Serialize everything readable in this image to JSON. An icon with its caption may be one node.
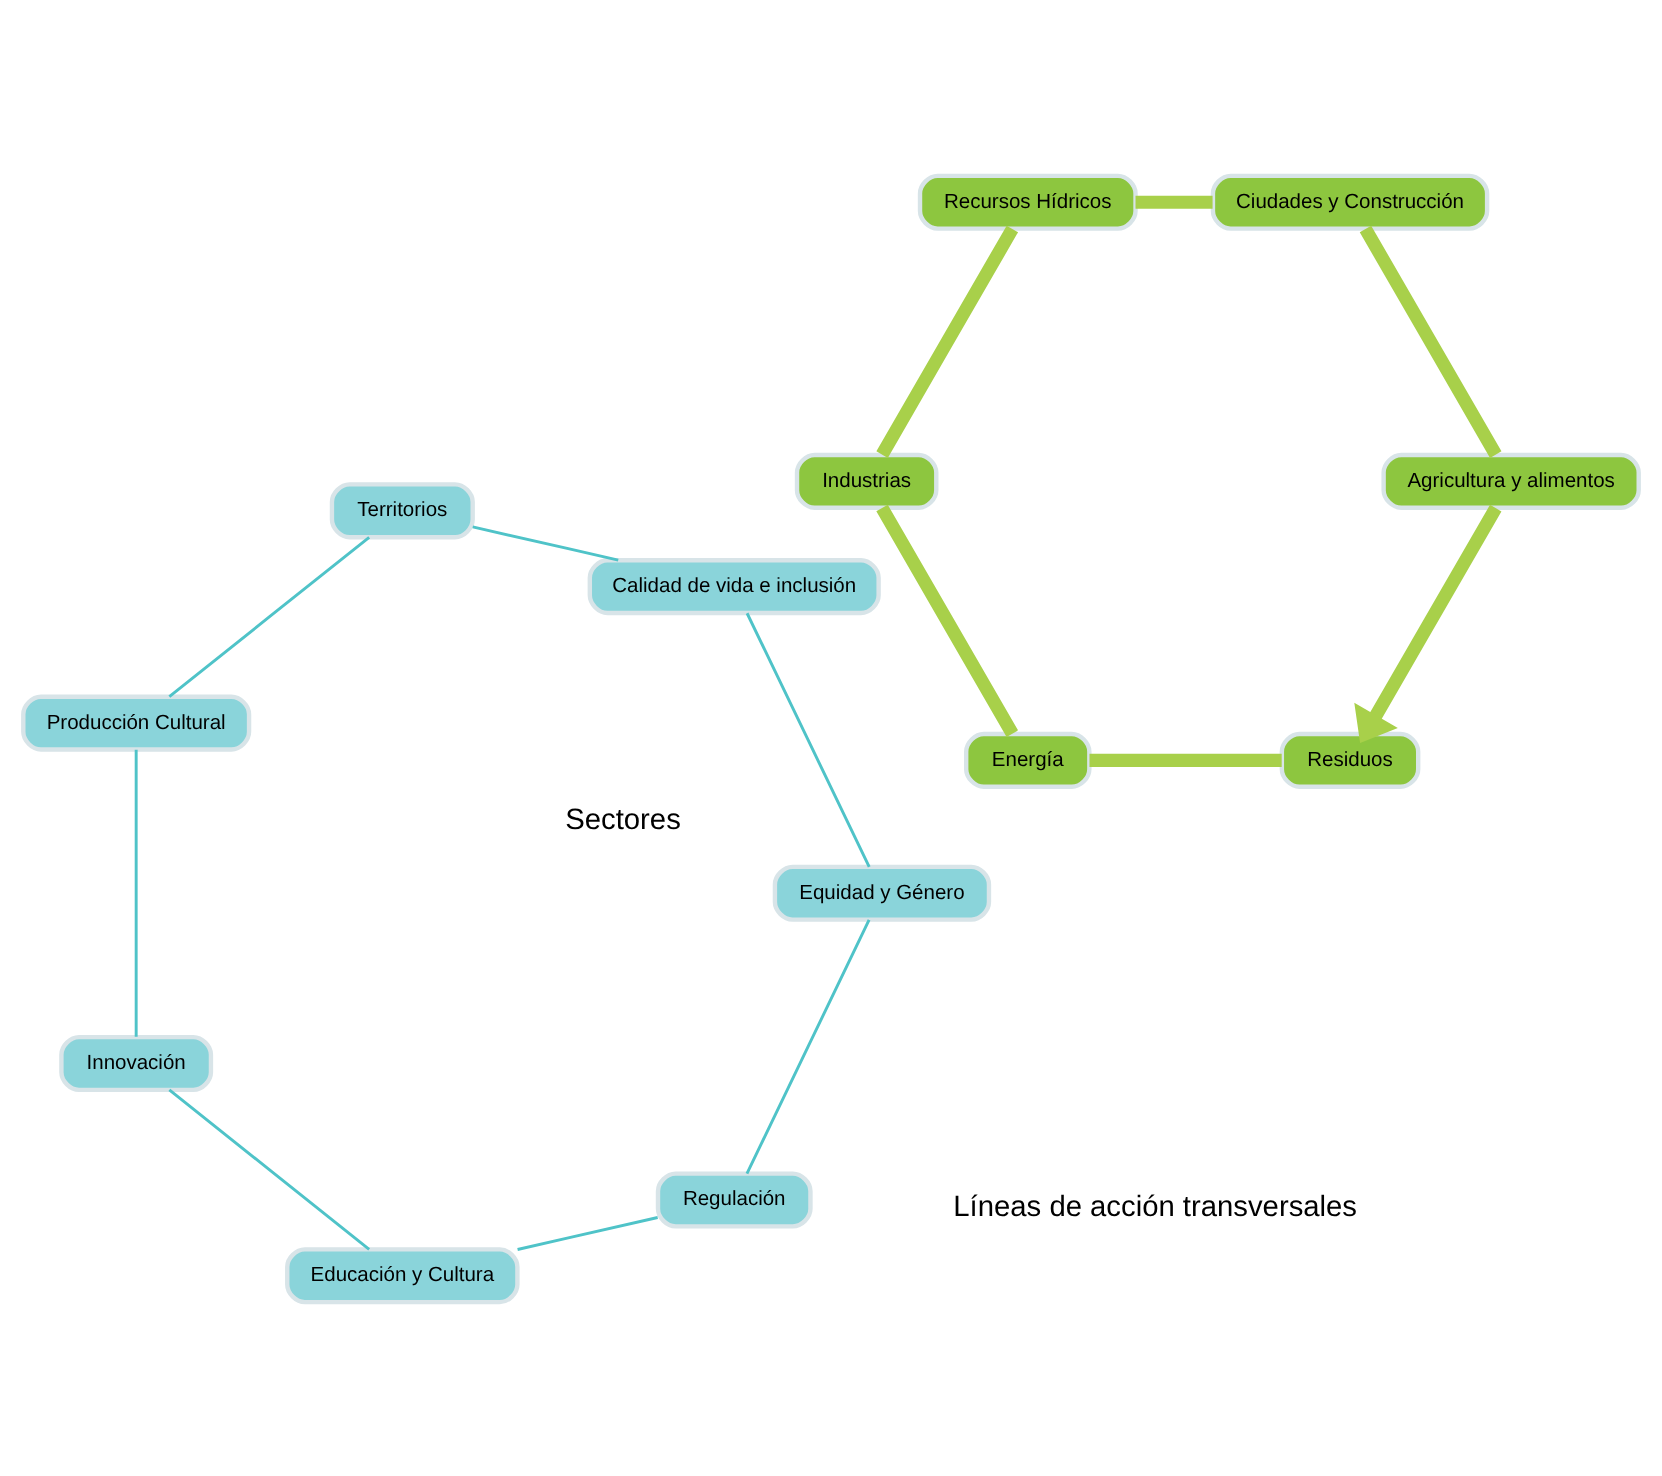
{
  "diagram": {
    "nodes": [
      {
        "text": [
          "Regulación"
        ]
      },
      {
        "text": [
          "Equidad y Género"
        ]
      },
      {
        "text": [
          "Educación y Cultura"
        ]
      },
      {
        "text": [
          "Residuos"
        ]
      },
      {
        "text": [
          "Agricultura y alimentos"
        ]
      },
      {
        "text": [
          "Energía"
        ]
      },
      {
        "text": [
          "Calidad de vida e inclusión"
        ]
      },
      {
        "text": [
          "Ciudades y Construcción"
        ]
      },
      {
        "text": [
          "Industrias"
        ]
      },
      {
        "text": [
          "Innovación"
        ]
      },
      {
        "text": [
          "Recursos Hídricos"
        ]
      },
      {
        "text": [
          "Territorios"
        ]
      },
      {
        "text": [
          "Producción Cultural"
        ]
      }
    ],
    "edges": [
      {
        "from": 0,
        "to": 2,
        "arrow": "none"
      },
      {
        "from": 2,
        "to": 9,
        "arrow": "none"
      },
      {
        "from": 9,
        "to": 12,
        "arrow": "none"
      },
      {
        "from": 12,
        "to": 11,
        "arrow": "none"
      },
      {
        "from": 11,
        "to": 6,
        "arrow": "none"
      },
      {
        "from": 6,
        "to": 1,
        "arrow": "none"
      },
      {
        "from": 1,
        "to": 0,
        "arrow": "none"
      },
      {
        "from": 3,
        "to": 5,
        "arrow": "none",
        "style": "thick",
        "color": "#a8d04a"
      },
      {
        "from": 5,
        "to": 8,
        "arrow": "none",
        "style": "thick",
        "color": "#a8d04a"
      },
      {
        "from": 8,
        "to": 10,
        "arrow": "none",
        "style": "thick",
        "color": "#a8d04a"
      },
      {
        "from": 10,
        "to": 7,
        "arrow": "none",
        "style": "thick",
        "color": "#a8d04a"
      },
      {
        "from": 7,
        "to": 4,
        "arrow": "none",
        "style": "thick",
        "color": "#a8d04a"
      },
      {
        "from": 4,
        "to": 3,
        "arrow": "to",
        "style": "thick",
        "color": "#a8d04a"
      }
    ],
    "labels": [
      "Líneas de acción transversales",
      "Sectores"
    ]
  }
}
